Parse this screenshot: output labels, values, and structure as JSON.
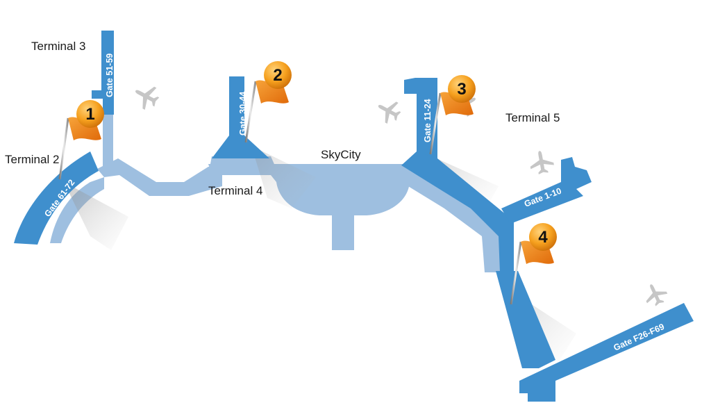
{
  "colors": {
    "concourse_dark": "#3f8fcd",
    "concourse_light": "#9ebfe0",
    "plane": "#c6c6c6",
    "flag_orange": "#f28a1a",
    "marker_circle": "#f6a11f",
    "text": "#1a1a1a",
    "gate_text": "#ffffff"
  },
  "terminals": {
    "t2": "Terminal 2",
    "t3": "Terminal 3",
    "t4": "Terminal 4",
    "t5": "Terminal 5",
    "skycity": "SkyCity"
  },
  "gates": {
    "g61_72": "Gate 61-72",
    "g51_59": "Gate 51-59",
    "g30_44": "Gate 30-44",
    "g11_24": "Gate 11-24",
    "g1_10": "Gate 1-10",
    "gF26_F69": "Gate F26-F69"
  },
  "markers": [
    {
      "number": "1"
    },
    {
      "number": "2"
    },
    {
      "number": "3"
    },
    {
      "number": "4"
    }
  ],
  "icons": [
    "airplane-icon",
    "flag-marker-icon"
  ]
}
